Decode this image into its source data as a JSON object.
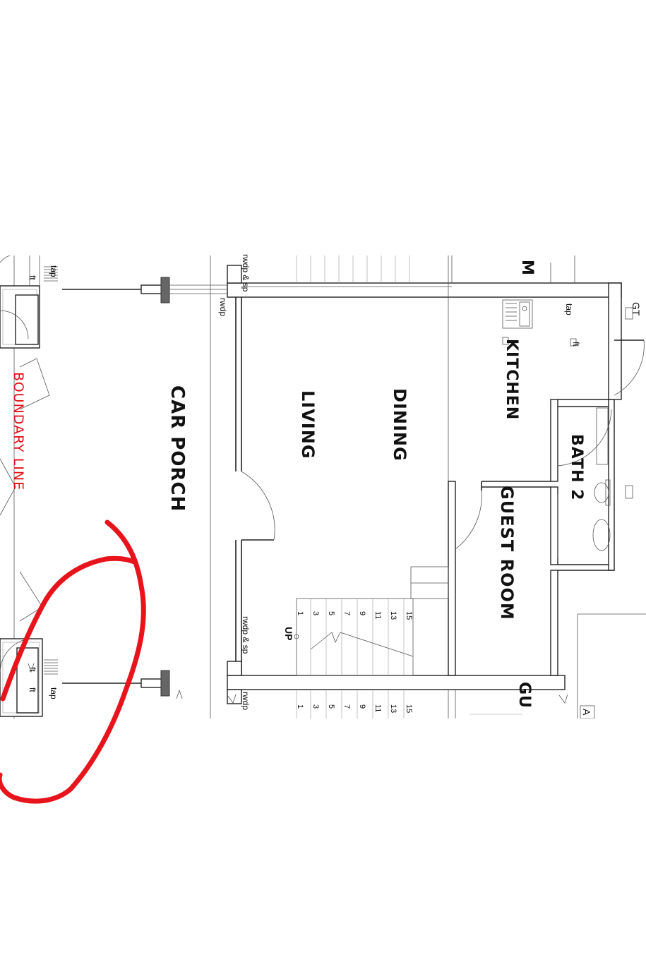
{
  "rooms": {
    "car_porch": "CAR PORCH",
    "living": "LIVING",
    "dining": "DINING",
    "kitchen": "KITCHEN",
    "bath2": "BATH 2",
    "guest_room": "GUEST ROOM",
    "guest_room_2_partial": "GU",
    "top_partial": "M"
  },
  "boundary": {
    "label": "BOUNDARY LINE",
    "color": "#e0101a"
  },
  "annotations": {
    "tap_left_top": "tap",
    "tap_left_bottom": "tap",
    "ft_left_1": "ft",
    "ft_left_2": "ft",
    "ft_left_3": "ft",
    "rwdp_sp_top": "rwdp & sp",
    "rwdp_top": "rwdp",
    "rwdp_sp_mid": "rwdp & sp",
    "rwdp_bottom": "rwdp",
    "kitchen_tap": "tap",
    "kitchen_ft": "ft",
    "gt": "GT",
    "up": "UP",
    "partial_a": "A"
  },
  "stairs": {
    "flight1_numbers": [
      "1",
      "3",
      "5",
      "7",
      "9",
      "11",
      "13",
      "15"
    ],
    "flight2_numbers": [
      "1",
      "3",
      "5",
      "7",
      "9",
      "11",
      "13",
      "15"
    ]
  },
  "markup": {
    "stroke_color": "#e8141c"
  }
}
